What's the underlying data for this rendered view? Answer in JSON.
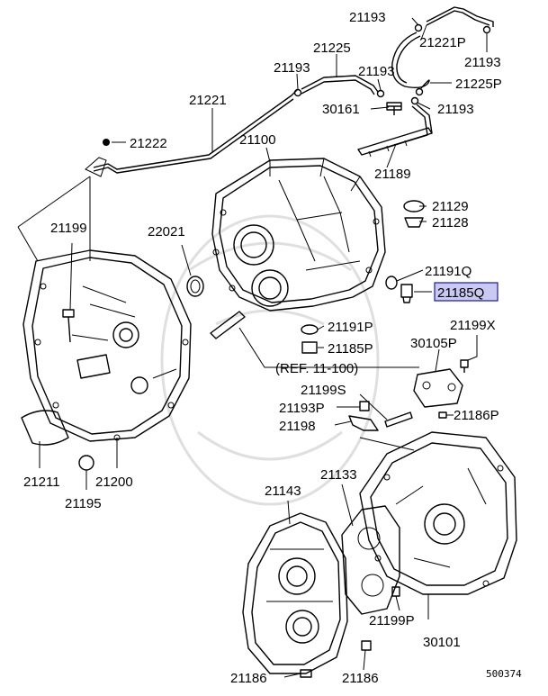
{
  "highlighted_part": "21185Q",
  "highlight_color": "#c9c9f2",
  "labels": {
    "p21193_a": "21193",
    "p21221P": "21221P",
    "p21193_b": "21193",
    "p21225": "21225",
    "p21193_c": "21193",
    "p21193_d": "21193",
    "p21225P": "21225P",
    "p21221": "21221",
    "p30161": "30161",
    "p21193_e": "21193",
    "p21222": "21222",
    "p21100": "21100",
    "p21189": "21189",
    "p21129": "21129",
    "p21128": "21128",
    "p21199": "21199",
    "p22021": "22021",
    "p21191Q": "21191Q",
    "p21185Q": "21185Q",
    "p21191P": "21191P",
    "p21199X": "21199X",
    "p21185P": "21185P",
    "p30105P": "30105P",
    "ref": "(REF. 11-100)",
    "p21199S": "21199S",
    "p21193P": "21193P",
    "p21186P": "21186P",
    "p21198": "21198",
    "p21211": "21211",
    "p21200": "21200",
    "p21133": "21133",
    "p21195": "21195",
    "p21143": "21143",
    "p21199P": "21199P",
    "p30101": "30101",
    "p21186_a": "21186",
    "p21186_b": "21186",
    "diagram_id": "500374"
  }
}
